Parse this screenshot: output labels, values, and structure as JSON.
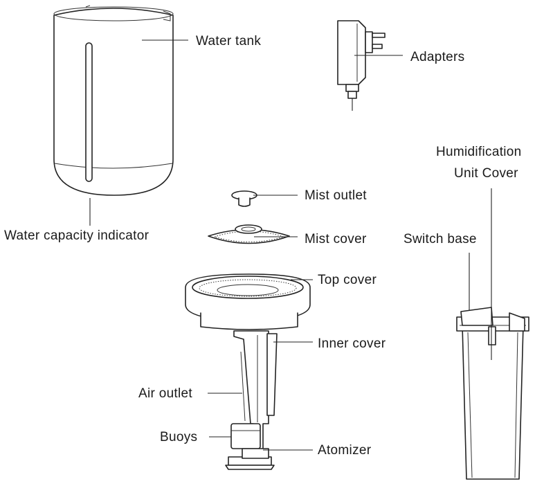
{
  "labels": {
    "water_tank": "Water tank",
    "adapters": "Adapters",
    "water_capacity_indicator": "Water capacity indicator",
    "humidification_unit_cover_line1": "Humidification",
    "humidification_unit_cover_line2": "Unit Cover",
    "mist_outlet": "Mist outlet",
    "mist_cover": "Mist cover",
    "switch_base": "Switch base",
    "top_cover": "Top cover",
    "inner_cover": "Inner cover",
    "air_outlet": "Air outlet",
    "buoys": "Buoys",
    "atomizer": "Atomizer"
  }
}
